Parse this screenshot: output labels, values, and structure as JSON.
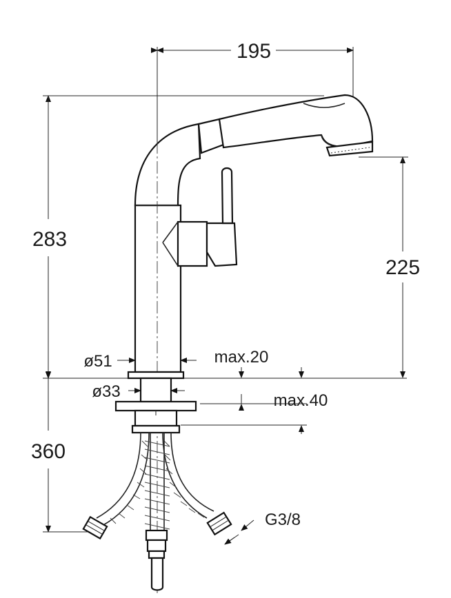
{
  "dimensions": {
    "spout_reach": "195",
    "total_height": "283",
    "spout_height": "225",
    "below_counter": "360",
    "diameter_body": "ø51",
    "diameter_shank": "ø33",
    "deck_thickness_1": "max.20",
    "deck_thickness_2": "max.40",
    "thread": "G3/8"
  },
  "colors": {
    "line": "#222222",
    "background": "#ffffff"
  }
}
